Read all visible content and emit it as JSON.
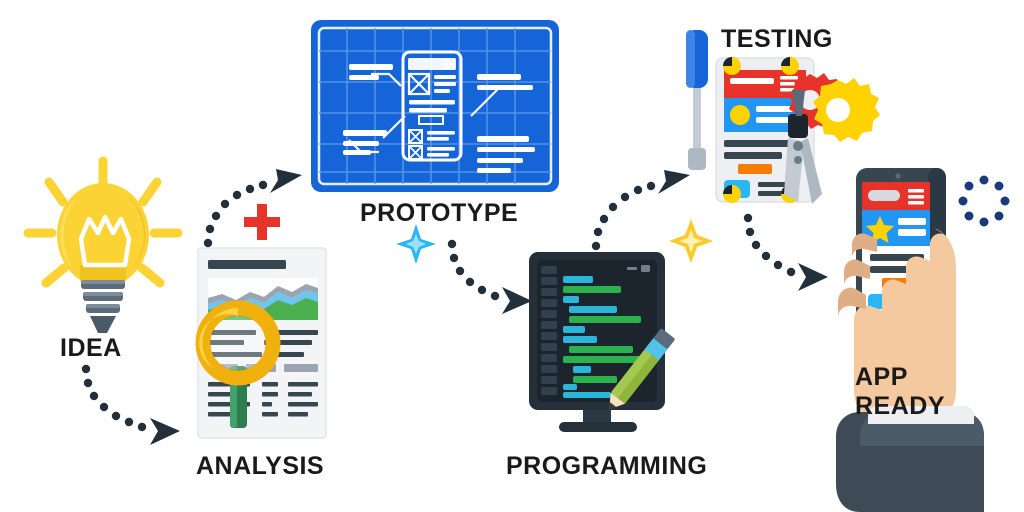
{
  "infographic": {
    "title_visible": false,
    "background": "#ffffff",
    "steps": [
      {
        "id": "idea",
        "label": "IDEA",
        "icon": "lightbulb-icon",
        "accent": "#F7CE3E"
      },
      {
        "id": "analysis",
        "label": "ANALYSIS",
        "icon": "document-magnifier-icon",
        "accent": "#F5C518"
      },
      {
        "id": "prototype",
        "label": "PROTOTYPE",
        "icon": "blueprint-wireframe-icon",
        "accent": "#1565D8"
      },
      {
        "id": "programming",
        "label": "PROGRAMMING",
        "icon": "code-monitor-icon",
        "accent": "#2ECC71"
      },
      {
        "id": "testing",
        "label": "TESTING",
        "icon": "tools-clipboard-icon",
        "accent": "#FFD200"
      },
      {
        "id": "appready",
        "label": "APP\nREADY",
        "icon": "hand-phone-icon",
        "accent": "#2196F3"
      }
    ],
    "labels": {
      "idea": "IDEA",
      "analysis": "ANALYSIS",
      "prototype": "PROTOTYPE",
      "programming": "PROGRAMMING",
      "testing": "TESTING",
      "app_ready_line1": "APP",
      "app_ready_line2": "READY"
    },
    "connectors": [
      {
        "id": "idea-to-analysis",
        "type": "dotted-curved-arrow",
        "direction": "down-right"
      },
      {
        "id": "analysis-to-prototype",
        "type": "dotted-curved-arrow",
        "direction": "up-right"
      },
      {
        "id": "prototype-to-programming",
        "type": "dotted-curved-arrow",
        "direction": "down-right"
      },
      {
        "id": "programming-to-testing",
        "type": "dotted-curved-arrow",
        "direction": "up-right"
      },
      {
        "id": "testing-to-appready",
        "type": "dotted-curved-arrow",
        "direction": "down-right"
      }
    ],
    "decorations": [
      {
        "id": "red-cross",
        "shape": "plus",
        "color": "#E8332A"
      },
      {
        "id": "blue-sparkle",
        "shape": "four-point-star",
        "color": "#29B6F6"
      },
      {
        "id": "yellow-sparkle",
        "shape": "four-point-star",
        "color": "#FFC929"
      },
      {
        "id": "loading-spinner",
        "shape": "dotted-circle",
        "color": "#1A3A7A"
      }
    ],
    "colors": {
      "text": "#1a1a1a",
      "blueprint_blue": "#1565D8",
      "blueprint_line": "#ffffff",
      "bulb_yellow": "#FBD335",
      "bulb_yellow_dark": "#E8BE2A",
      "bulb_base": "#5A6B7B",
      "monitor_dark": "#25303B",
      "code_cyan": "#29B6D8",
      "code_green": "#2BB24C",
      "dot_arrow": "#22303C",
      "paper": "#F3F4F6",
      "chart_green": "#4CAF50",
      "chart_blue": "#6EC6F0",
      "chart_grey": "#9AA5B1",
      "magnifier_gold": "#F0B10E",
      "handle_green": "#2E7D4F",
      "phone_red": "#E8332A",
      "phone_blue": "#2196F3",
      "phone_orange": "#F57C00",
      "phone_cyan": "#29B6F6",
      "phone_teal": "#00A0A8",
      "star_yellow": "#FFD200",
      "skin": "#F5C9A0",
      "sleeve": "#3E4B57",
      "gear_yellow": "#FFD200",
      "gear_red": "#E8332A",
      "screwdriver_blue": "#1565D8",
      "tool_grey": "#C2CBD3"
    }
  }
}
